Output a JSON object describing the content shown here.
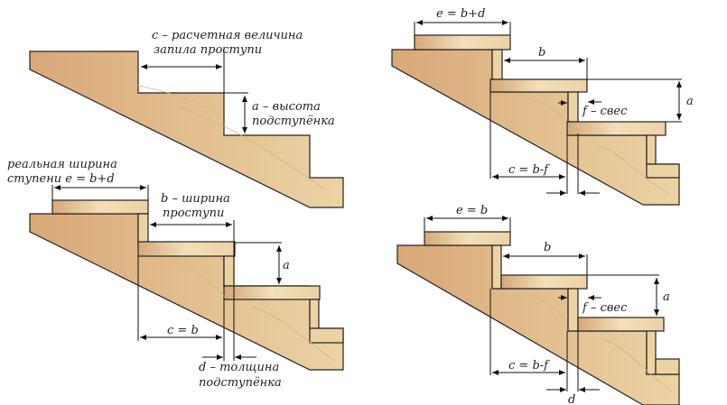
{
  "diagram_top_left": {
    "label_c_line1": "c – расчетная величина",
    "label_c_line2": "запила проступи",
    "label_a_line1": "a – высота",
    "label_a_line2": "подступёнка"
  },
  "diagram_bottom_left": {
    "label_e_line1": "реальная ширина",
    "label_e_line2": "ступени   e = b+d",
    "label_b_line1": "b – ширина",
    "label_b_line2": "проступи",
    "label_a": "a",
    "label_c": "c = b",
    "label_d_line1": "d – толщина",
    "label_d_line2": "подступёнка"
  },
  "diagram_top_right": {
    "label_e": "e = b+d",
    "label_b": "b",
    "label_a": "a",
    "label_f": "f – свес",
    "label_c": "c = b-f"
  },
  "diagram_bottom_right": {
    "label_e": "e = b",
    "label_b": "b",
    "label_a": "a",
    "label_f": "f – свес",
    "label_c": "c = b-f",
    "label_d": "d"
  }
}
